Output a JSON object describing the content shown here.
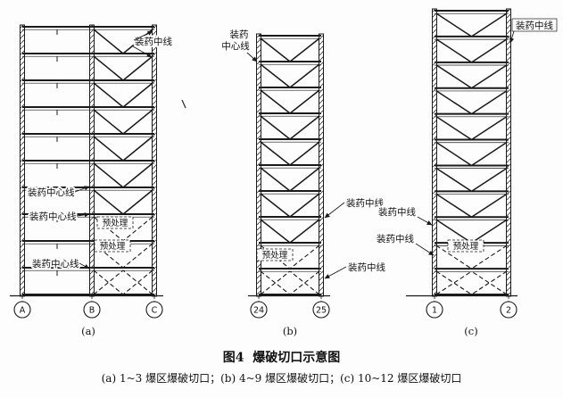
{
  "figure": {
    "title": "图4  爆破切口示意图",
    "subtitle": "(a) 1~3 爆区爆破切口；(b) 4~9 爆区爆破切口；(c) 10~12 爆区爆破切口"
  },
  "panels": {
    "a": {
      "label": "(a)",
      "axes": [
        "A",
        "B",
        "C"
      ],
      "ann": {
        "top": "装药中线",
        "mid1": "装药中心线",
        "mid2": "装药中心线",
        "mid3": "装药中心线",
        "pre1": "预处理",
        "pre2": "预处理"
      }
    },
    "b": {
      "label": "(b)",
      "axes": [
        "24",
        "25"
      ],
      "ann": {
        "top1": "装药",
        "top2": "中心线",
        "right1": "装药中线",
        "right2": "装药中线",
        "pre": "预处理"
      }
    },
    "c": {
      "label": "(c)",
      "axes": [
        "1",
        "2"
      ],
      "ann": {
        "top": "装药中线",
        "left1": "装药中线",
        "left2": "装药中线",
        "pre": "预处理"
      }
    }
  }
}
